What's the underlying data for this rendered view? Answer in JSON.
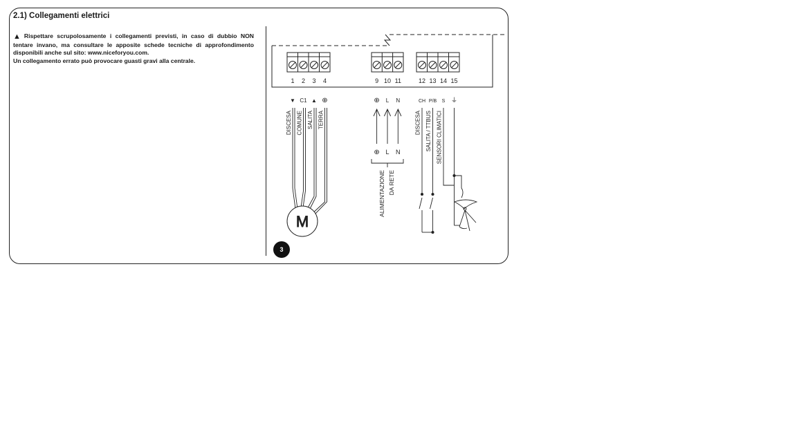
{
  "section": {
    "title": "2.1) Collegamenti elettrici"
  },
  "notice": {
    "warning_icon": "warning-triangle-icon",
    "line1": "Rispettare scrupolosamente i collegamenti previsti, in caso di dubbio NON tentare invano, ma consultare le apposite schede tecniche di approfondimento disponibili anche sul sito: www.niceforyou.com.",
    "line2": "Un collegamento errato può provocare guasti gravi alla centrale."
  },
  "figure": {
    "number": "3",
    "terminal_numbers": [
      "1",
      "2",
      "3",
      "4",
      "9",
      "10",
      "11",
      "12",
      "13",
      "14",
      "15"
    ],
    "motor_terminal_symbols": [
      "▼",
      "C1",
      "▲",
      "⊕"
    ],
    "mains_terminal_symbols": [
      "⊕",
      "L",
      "N"
    ],
    "input_terminal_symbols": [
      "CH",
      "P/B",
      "S",
      "⏚"
    ],
    "motor_wire_labels": [
      "DISCESA",
      "COMUNE",
      "SALITA",
      "TERRA"
    ],
    "motor_label": "M",
    "mains_input_symbols": [
      "⊕",
      "L",
      "N"
    ],
    "mains_caption": [
      "ALIMENTAZIONE",
      "DA RETE"
    ],
    "input_wire_labels": [
      "DISCESA",
      "SALITA / TTBUS",
      "SENSORI CLIMATICI"
    ]
  }
}
